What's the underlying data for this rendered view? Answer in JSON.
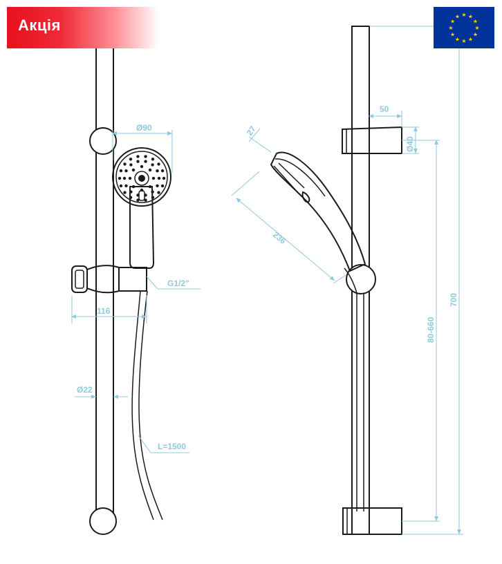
{
  "badge": {
    "label": "Акція",
    "color": "#e8101f"
  },
  "flag": {
    "icon": "eu-flag-icon",
    "bg": "#003399",
    "stars": "#ffcc00"
  },
  "dimensions": {
    "head_diameter": "Ø90",
    "thread": "G1/2\"",
    "holder_width": "116",
    "rail_diameter": "Ø22",
    "hose_length": "L=1500",
    "head_thickness": "27",
    "handshower_length": "236",
    "holder_offset": "50",
    "holder_diameter": "Ø40",
    "adjust_range": "80-660",
    "rail_height": "700"
  },
  "colors": {
    "line": "#1a1a1a",
    "dimension": "#8fc9dd"
  }
}
